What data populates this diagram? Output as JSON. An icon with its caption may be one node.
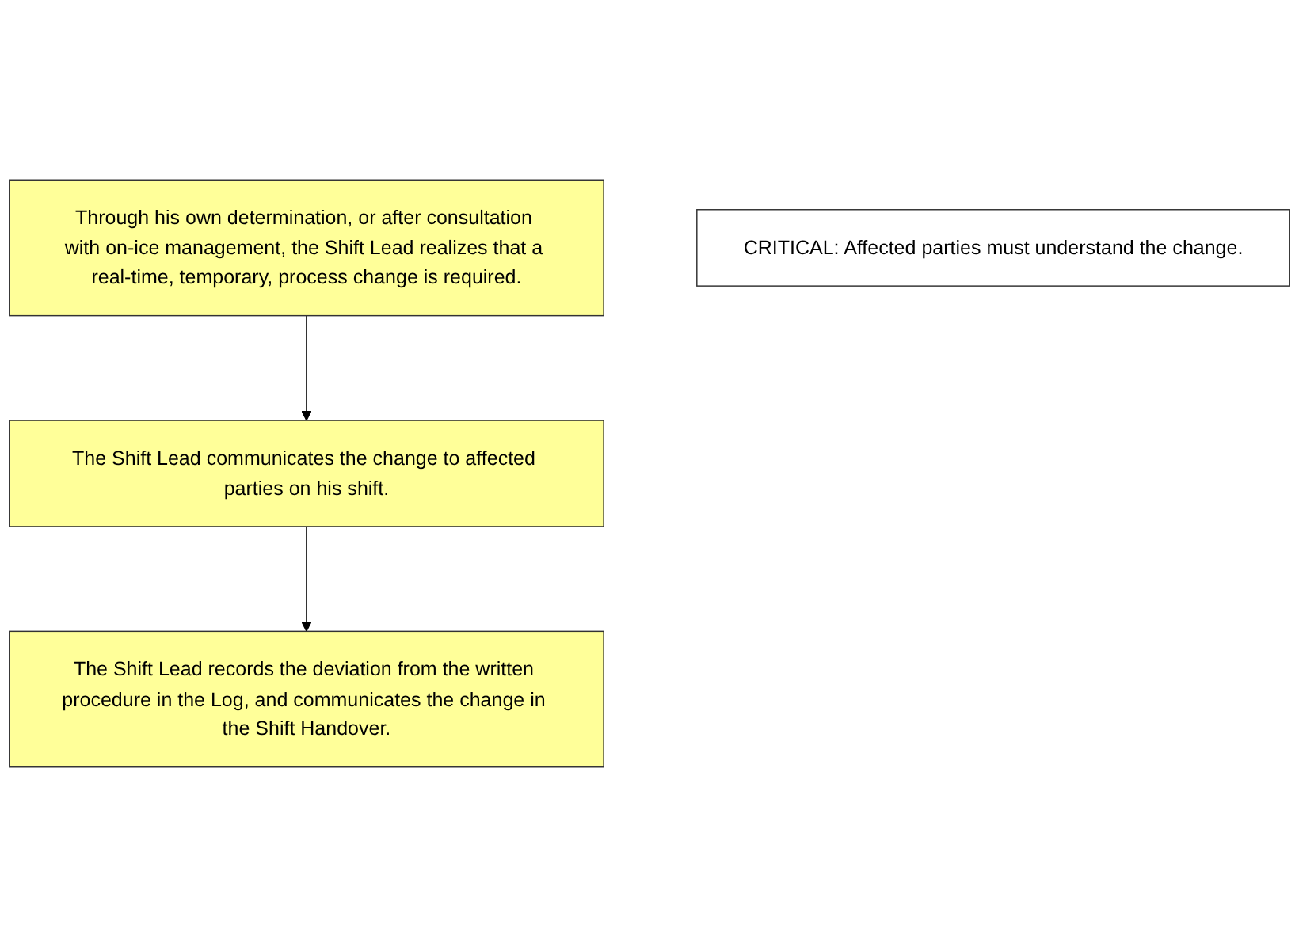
{
  "diagram": {
    "nodes": [
      {
        "text": [
          "Through his own determination, or after consultation with on-ice management, the Shift Lead realizes that a real-time, temporary, process change is required."
        ]
      },
      {
        "text": [
          "The Shift Lead communicates the change to affected parties on his shift."
        ]
      },
      {
        "text": [
          "The Shift Lead records the deviation from the written procedure in the Log, and communicates the change in the Shift Handover."
        ]
      },
      {
        "text": [
          "CRITICAL: Affected parties must understand the change."
        ]
      }
    ],
    "edges": [
      {
        "from": 0,
        "to": 1,
        "arrow": "to"
      },
      {
        "from": 1,
        "to": 2,
        "arrow": "to"
      }
    ]
  }
}
